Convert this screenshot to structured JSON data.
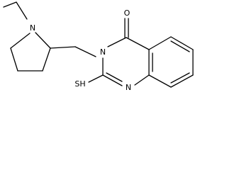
{
  "molecule": {
    "atom_labels": {
      "ring_nitrogen_pyrrolidine": "N",
      "ring_nitrogen_n3": "N",
      "ring_nitrogen_n1": "N",
      "carbonyl_oxygen": "O",
      "thiol_group": "SH"
    },
    "colors": {
      "bond": "#000000",
      "label": "#000000",
      "background": "#ffffff"
    }
  }
}
